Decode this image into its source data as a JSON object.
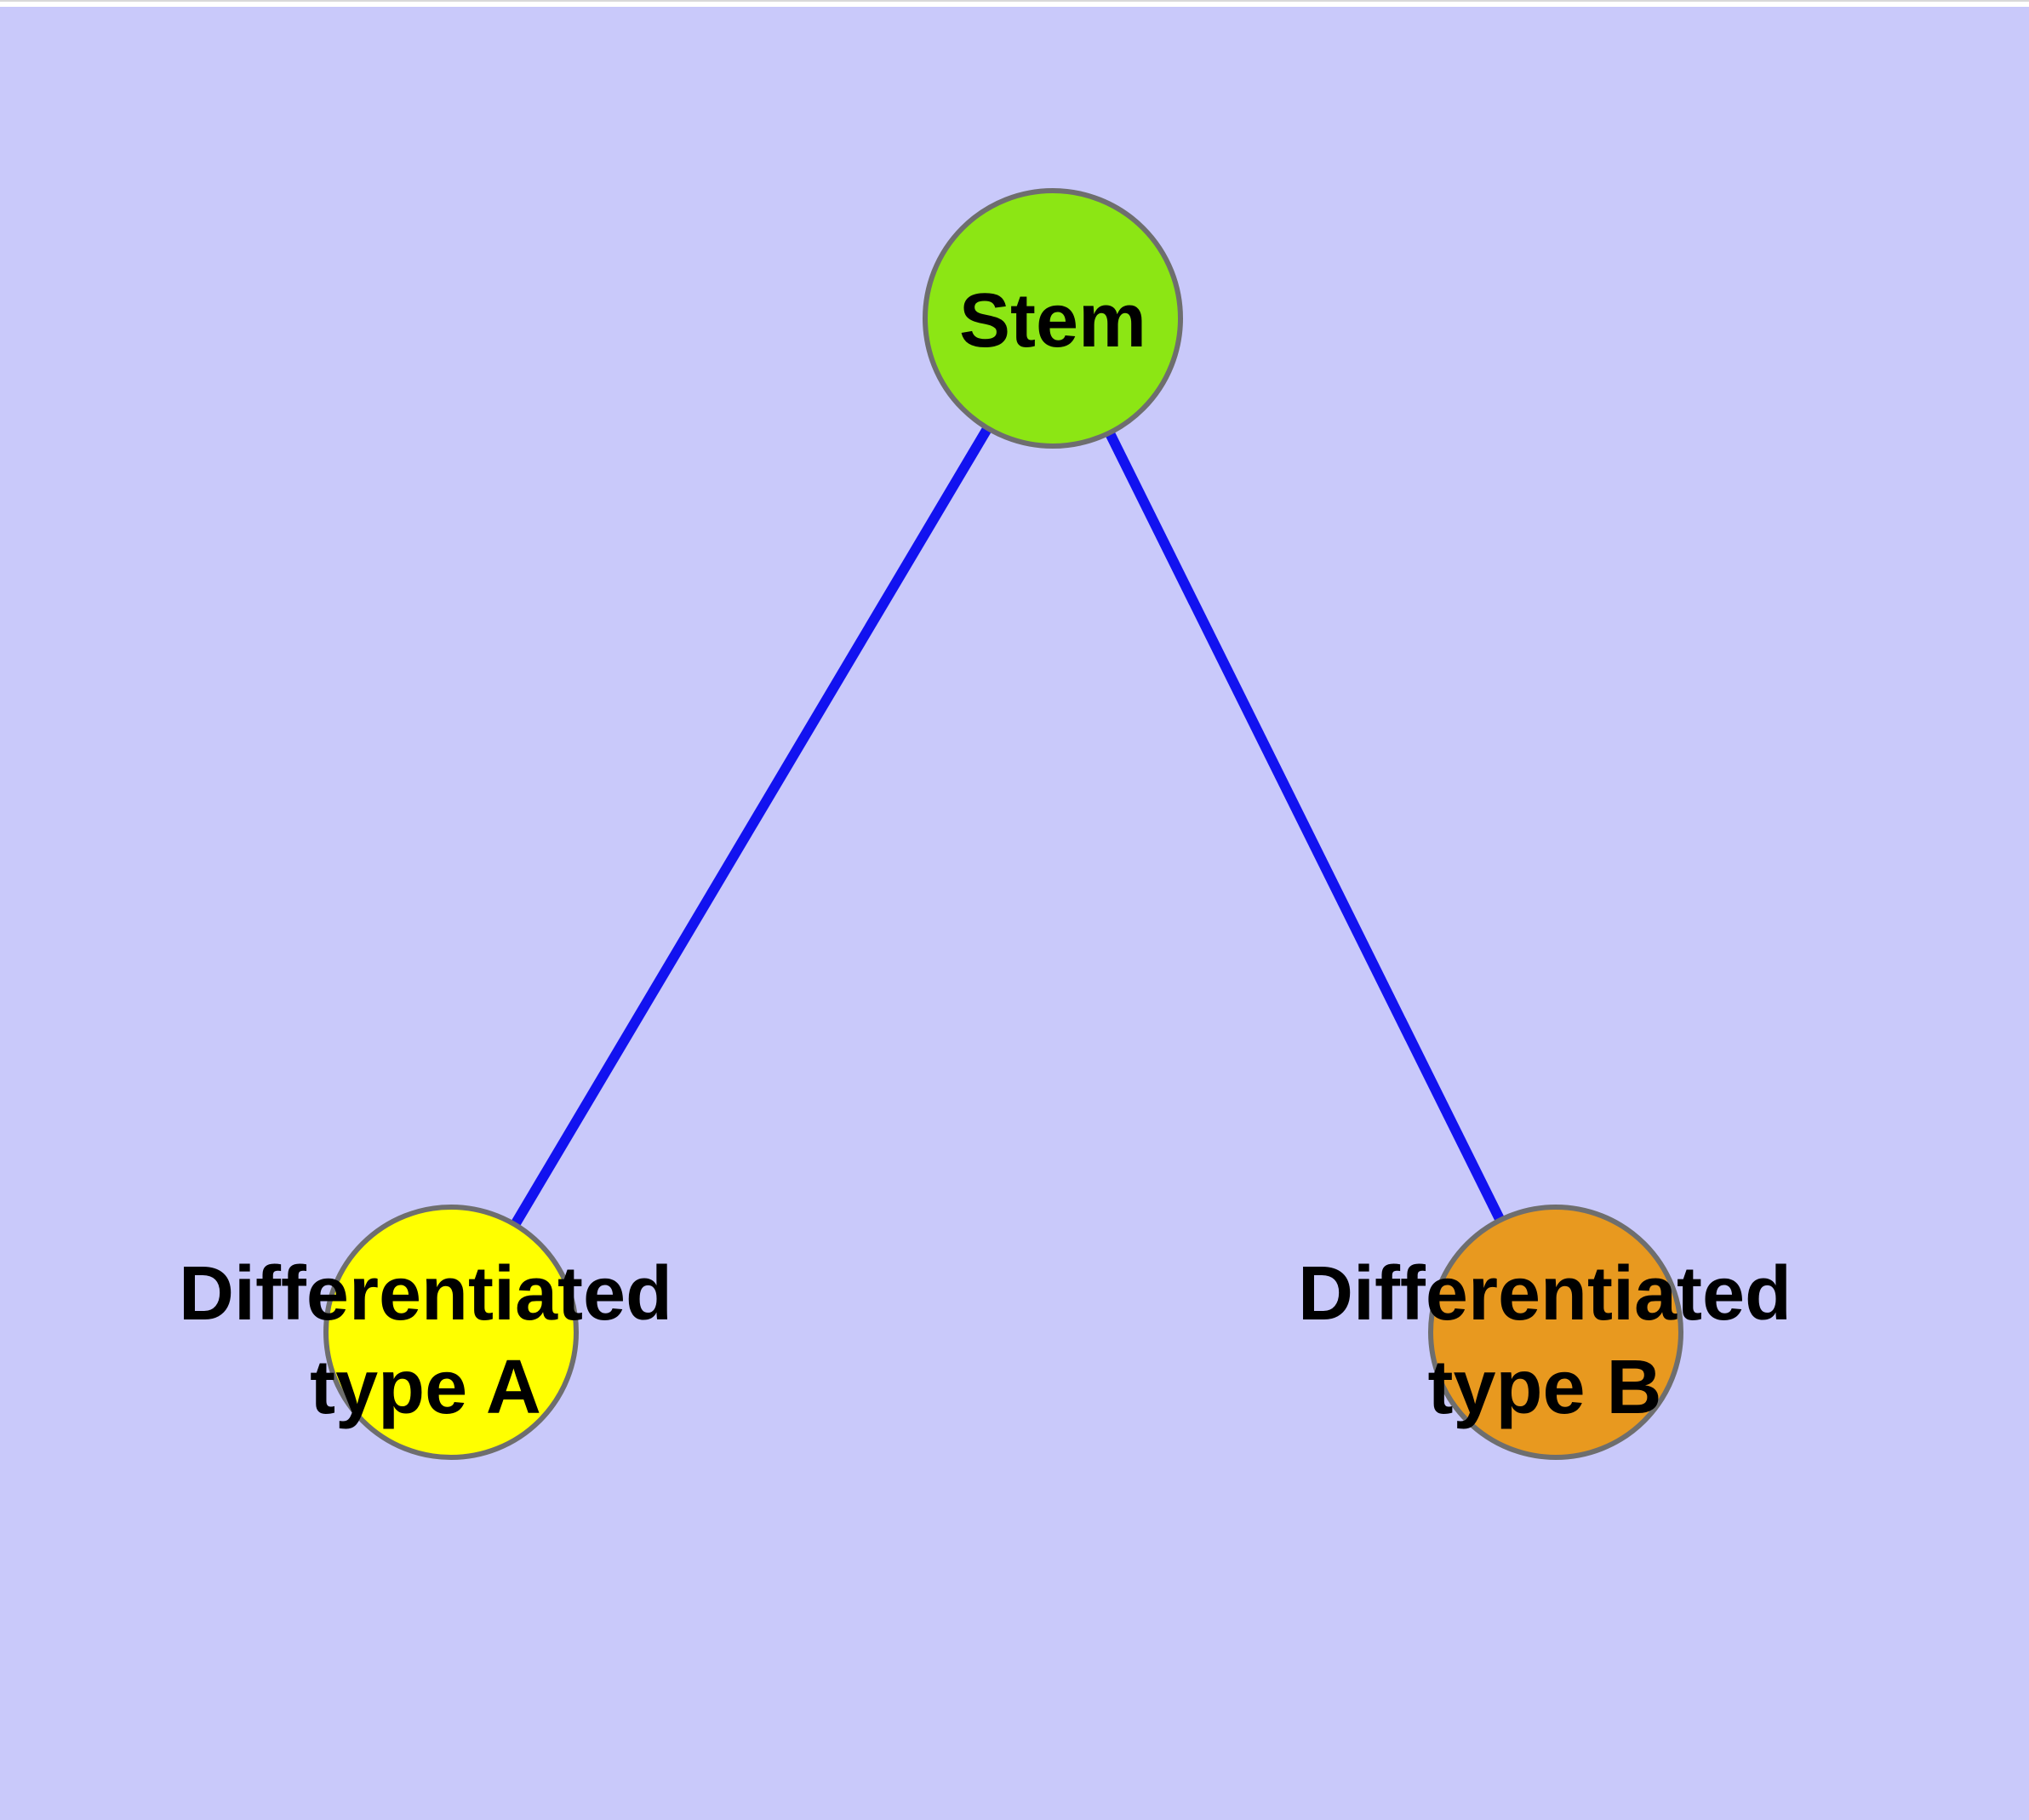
{
  "colors": {
    "page": "#ffffff",
    "panel": "#c9c9fa",
    "edge": "#1212f0",
    "node_border": "#6e6e6e",
    "label": "#000000"
  },
  "nodes": {
    "stem": {
      "label": "Stem",
      "fill": "#8ce614"
    },
    "type_a": {
      "label_line1": "Differentiated",
      "label_line2": "type A",
      "fill": "#ffff00"
    },
    "type_b": {
      "label_line1": "Differentiated",
      "label_line2": "type B",
      "fill": "#e8991f"
    }
  },
  "edges": [
    {
      "from": "Stem",
      "to": "Differentiated type A"
    },
    {
      "from": "Stem",
      "to": "Differentiated type B"
    }
  ]
}
